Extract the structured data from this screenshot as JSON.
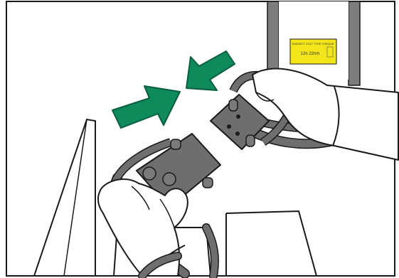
{
  "illustration": {
    "arrow_color": "#0e8a5b",
    "arrow_stroke": "#0a5e3f",
    "connector_color": "#6e6e6e",
    "pillar_color": "#7d7d7d",
    "line_color": "#1a1a1a",
    "label_color": "#f2e51a",
    "label": {
      "top_text": "SUBJECT VOLT TYPE TORQUE",
      "value_text": "12n 22nm"
    },
    "arrows": [
      {
        "name": "left-arrow",
        "direction": "toward-right"
      },
      {
        "name": "right-arrow",
        "direction": "toward-left"
      }
    ]
  }
}
